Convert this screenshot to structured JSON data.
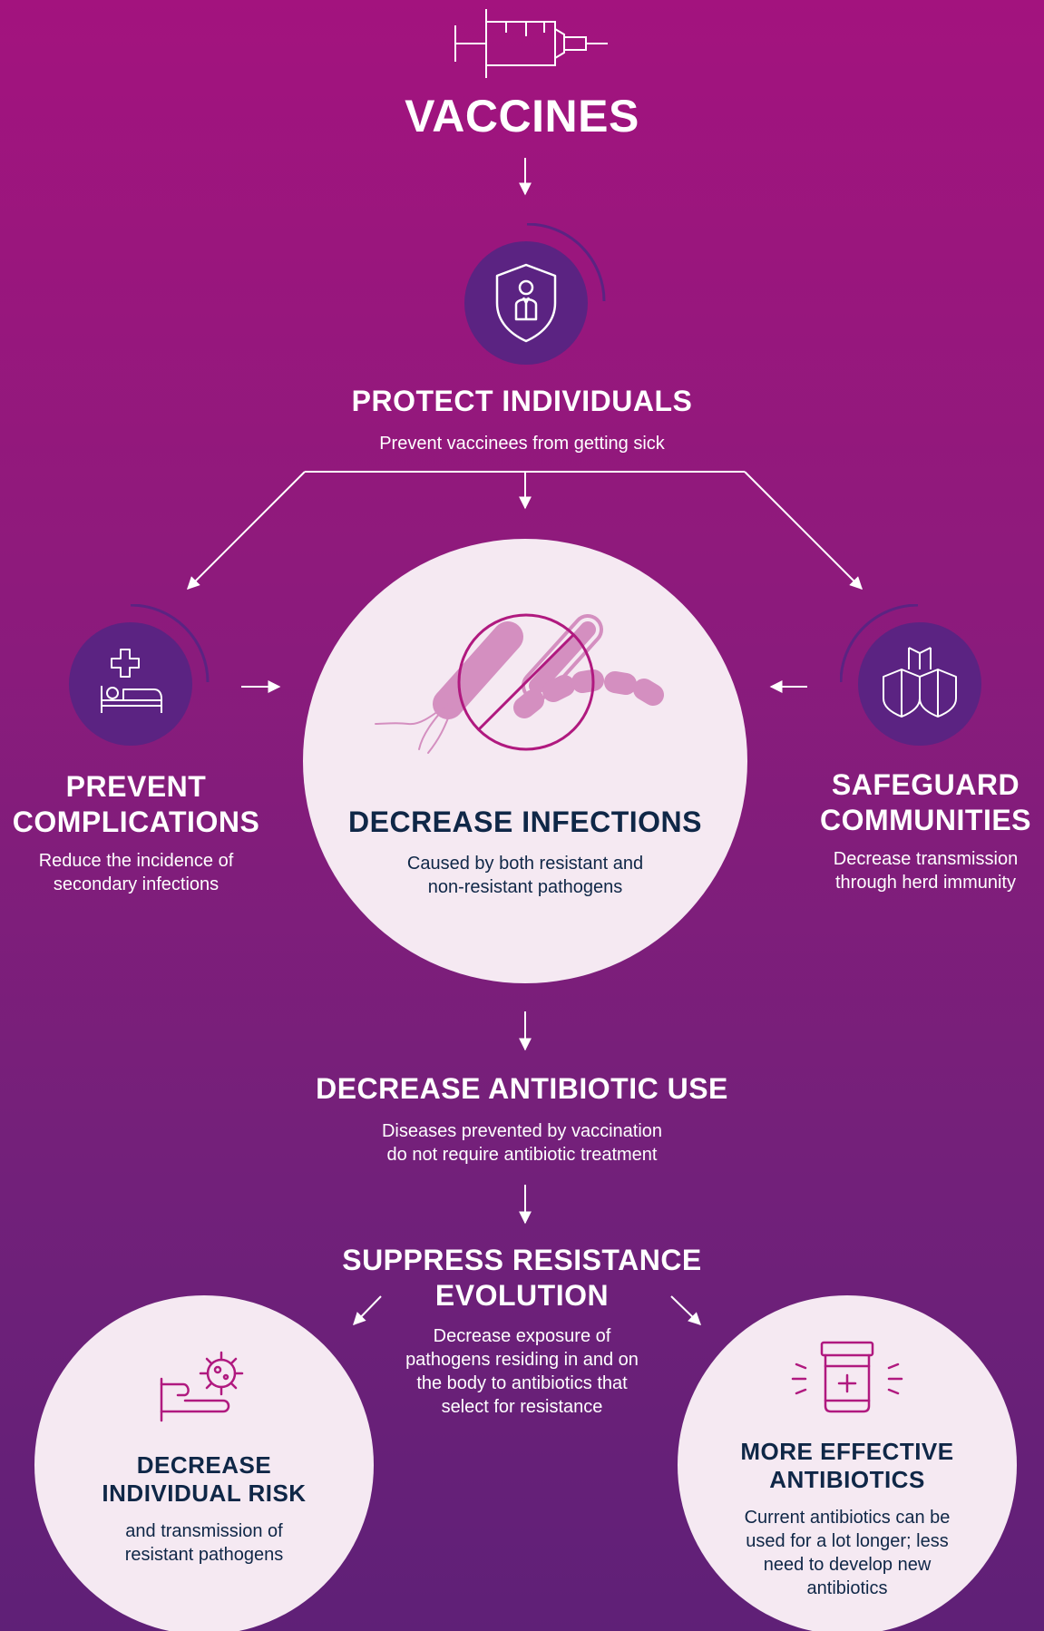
{
  "header": {
    "icon": "syringe-icon",
    "title": "VACCINES"
  },
  "protect": {
    "icon": "shield-person-icon",
    "title": "PROTECT INDIVIDUALS",
    "description": "Prevent vaccinees from getting sick"
  },
  "complications": {
    "icon": "hospital-bed-icon",
    "title_lines": [
      "PREVENT",
      "COMPLICATIONS"
    ],
    "description_lines": [
      "Reduce the incidence of",
      "secondary infections"
    ]
  },
  "infections": {
    "icon": "bacteria-prohibited-icon",
    "title": "DECREASE INFECTIONS",
    "description_lines": [
      "Caused by both resistant and",
      "non-resistant pathogens"
    ]
  },
  "communities": {
    "icon": "shields-icon",
    "title_lines": [
      "SAFEGUARD",
      "COMMUNITIES"
    ],
    "description_lines": [
      "Decrease transmission",
      "through herd immunity"
    ]
  },
  "antibiotic_use": {
    "title": "DECREASE ANTIBIOTIC USE",
    "description_lines": [
      "Diseases prevented by vaccination",
      "do not require antibiotic treatment"
    ]
  },
  "resistance": {
    "title_lines": [
      "SUPPRESS RESISTANCE",
      "EVOLUTION"
    ],
    "description_lines": [
      "Decrease exposure of",
      "pathogens residing in and on",
      "the body to antibiotics that",
      "select for resistance"
    ]
  },
  "individual_risk": {
    "icon": "hand-virus-icon",
    "title_lines": [
      "DECREASE",
      "INDIVIDUAL RISK"
    ],
    "description_lines": [
      "and transmission of",
      "resistant pathogens"
    ]
  },
  "effective_antibiotics": {
    "icon": "pill-bottle-icon",
    "title_lines": [
      "MORE EFFECTIVE",
      "ANTIBIOTICS"
    ],
    "description_lines": [
      "Current antibiotics can be",
      "used for a lot longer; less",
      "need to develop new",
      "antibiotics"
    ]
  },
  "colors": {
    "background_top": "#a3137e",
    "background_bottom": "#5f2077",
    "icon_disc": "#5b2382",
    "light_circle": "#f5e9f2",
    "navy_text": "#0f2747",
    "accent_magenta": "#b0197f",
    "bacteria_pink": "#d48fc0"
  }
}
